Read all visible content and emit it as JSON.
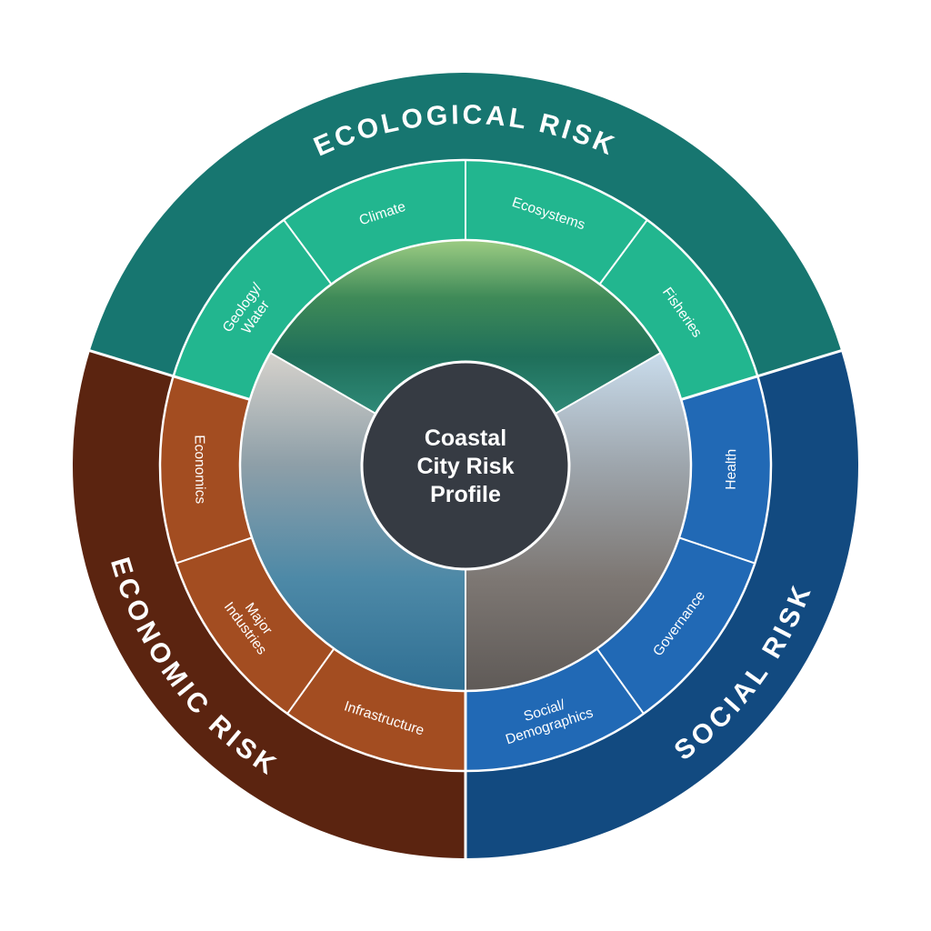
{
  "center": {
    "lines": [
      "Coastal",
      "City Risk",
      "Profile"
    ],
    "color": "#363b43"
  },
  "risks": [
    {
      "id": "ecological",
      "label": "ECOLOGICAL RISK",
      "outer_color": "#177670",
      "inner_color": "#22b68f",
      "photo_colors": [
        "#9ccc83",
        "#3f8a58",
        "#1f6f5a",
        "#2f8a78"
      ],
      "categories": [
        {
          "id": "geology-water",
          "lines": [
            "Geology/",
            "Water"
          ]
        },
        {
          "id": "climate",
          "lines": [
            "Climate"
          ]
        },
        {
          "id": "ecosystems",
          "lines": [
            "Ecosystems"
          ]
        },
        {
          "id": "fisheries",
          "lines": [
            "Fisheries"
          ]
        }
      ]
    },
    {
      "id": "social",
      "label": "SOCIAL RISK",
      "outer_color": "#124a80",
      "inner_color": "#2169b5",
      "photo_colors": [
        "#c9dcec",
        "#9ea6ad",
        "#7d7773",
        "#5f5a57"
      ],
      "categories": [
        {
          "id": "health",
          "lines": [
            "Health"
          ]
        },
        {
          "id": "governance",
          "lines": [
            "Governance"
          ]
        },
        {
          "id": "social-demographics",
          "lines": [
            "Social/",
            "Demographics"
          ]
        }
      ]
    },
    {
      "id": "economic",
      "label": "ECONOMIC RISK",
      "outer_color": "#5b2410",
      "inner_color": "#a34d21",
      "photo_colors": [
        "#d6d2cc",
        "#8e9fa8",
        "#4d89a7",
        "#2f6f93"
      ],
      "categories": [
        {
          "id": "infrastructure",
          "lines": [
            "Infrastructure"
          ]
        },
        {
          "id": "major-industries",
          "lines": [
            "Major",
            "Industries"
          ]
        },
        {
          "id": "economics",
          "lines": [
            "Economics"
          ]
        }
      ]
    }
  ]
}
